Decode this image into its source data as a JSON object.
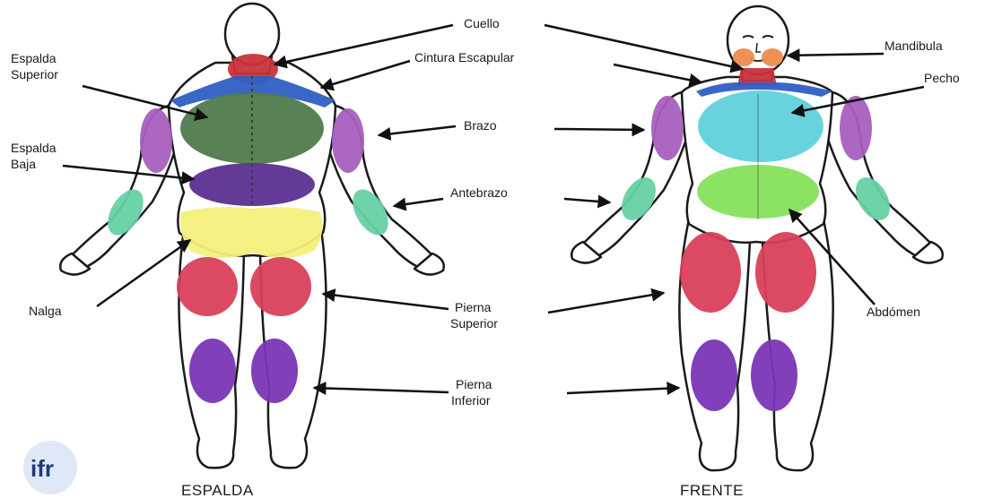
{
  "logo": {
    "text": "ifr"
  },
  "figures": {
    "back": {
      "caption": "ESPALDA"
    },
    "front": {
      "caption": "FRENTE"
    }
  },
  "labels": {
    "cuello": "Cuello",
    "cintura_escapular": "Cintura Escapular",
    "espalda_superior": [
      "Espalda",
      "Superior"
    ],
    "espalda_baja": [
      "Espalda",
      "Baja"
    ],
    "brazo": "Brazo",
    "antebrazo": "Antebrazo",
    "nalga": "Nalga",
    "pierna_superior": [
      "Pierna",
      "Superior"
    ],
    "pierna_inferior": [
      "Pierna",
      "Inferior"
    ],
    "mandibula": "Mandibula",
    "pecho": "Pecho",
    "abdomen": "Abdómen"
  },
  "region_colors": {
    "neck": "#c8323a",
    "shoulder_girdle": "#2f5fc4",
    "upper_back": "#4f7a4c",
    "lower_back": "#5b2f8f",
    "buttocks": "#f3ef7a",
    "arm": "#a65fbf",
    "forearm": "#66d1a3",
    "thigh": "#d9405a",
    "lower_leg": "#7a35b6",
    "jaw": "#f08a4b",
    "chest": "#5fd2db",
    "abdomen": "#86e05a"
  }
}
